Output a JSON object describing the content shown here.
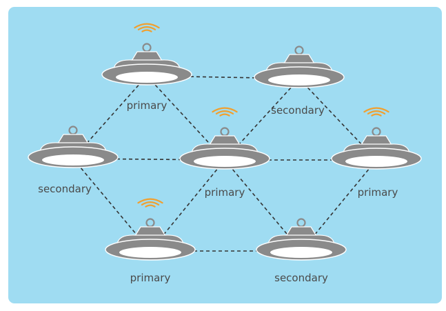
{
  "colors": {
    "panel": "#9fdcf2",
    "lamp_body": "#8a8a8a",
    "lamp_outline": "#ffffff",
    "lamp_lens": "#ffffff",
    "wifi": "#f0a030",
    "link": "#333333",
    "label": "#4a4a4a"
  },
  "icons": {
    "lamp": "high-bay-light-icon",
    "signal": "wifi-signal-icon"
  },
  "nodes": [
    {
      "id": "n1",
      "label": "primary",
      "wireless": true
    },
    {
      "id": "n2",
      "label": "secondary",
      "wireless": false
    },
    {
      "id": "n3",
      "label": "secondary",
      "wireless": false
    },
    {
      "id": "n4",
      "label": "primary",
      "wireless": true
    },
    {
      "id": "n5",
      "label": "primary",
      "wireless": true
    },
    {
      "id": "n6",
      "label": "primary",
      "wireless": true
    },
    {
      "id": "n7",
      "label": "secondary",
      "wireless": false
    }
  ],
  "links": [
    [
      "n1",
      "n2"
    ],
    [
      "n1",
      "n3"
    ],
    [
      "n1",
      "n4"
    ],
    [
      "n2",
      "n4"
    ],
    [
      "n2",
      "n5"
    ],
    [
      "n3",
      "n4"
    ],
    [
      "n4",
      "n5"
    ],
    [
      "n3",
      "n6"
    ],
    [
      "n4",
      "n6"
    ],
    [
      "n4",
      "n7"
    ],
    [
      "n5",
      "n7"
    ],
    [
      "n6",
      "n7"
    ]
  ]
}
